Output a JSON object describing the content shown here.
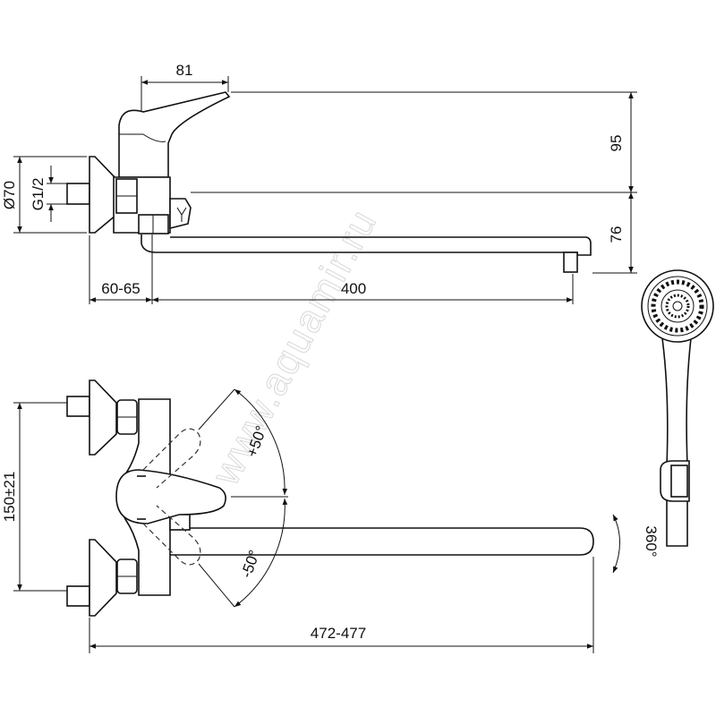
{
  "drawing": {
    "watermark": "www.aquamir.ru",
    "top_view": {
      "lever_offset": "81",
      "lever_height": "95",
      "spout_height": "76",
      "plate_diameter": "Ø70",
      "thread": "G1/2",
      "wall_distance": "60-65",
      "spout_length": "400"
    },
    "front_view": {
      "inlet_spacing": "150±21",
      "angle_up": "+50°",
      "angle_down": "-50°",
      "total_length": "472-477",
      "rotation": "360°"
    }
  }
}
